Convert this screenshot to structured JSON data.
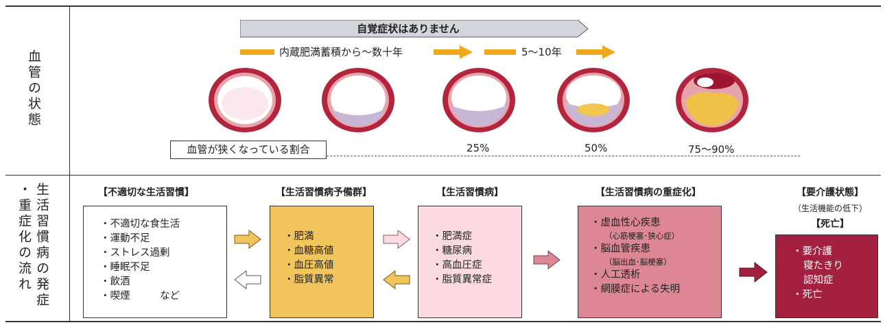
{
  "labels": {
    "vessel_state": "血管の状態",
    "flow_col1": "・重症化の流れ",
    "flow_col2": "生活習慣病の発症"
  },
  "timeline": {
    "banner": "自覚症状はありません",
    "period1": "内蔵肥満蓄積から〜数十年",
    "period2": "5〜10年"
  },
  "narrowing": {
    "label": "血管が狭くなっている割合",
    "values": [
      "25%",
      "50%",
      "75〜90%"
    ]
  },
  "stages": [
    {
      "title": "【不適切な生活習慣】",
      "items": [
        "・不適切な食生活",
        "・運動不足",
        "・ストレス過剰",
        "・睡眠不足",
        "・飲酒",
        "・喫煙　　　など"
      ]
    },
    {
      "title": "【生活習慣病予備群】",
      "items": [
        "・肥満",
        "・血糖高値",
        "・血圧高値",
        "・脂質異常"
      ]
    },
    {
      "title": "【生活習慣病】",
      "items": [
        "・肥満症",
        "・糖尿病",
        "・高血圧症",
        "・脂質異常症"
      ]
    },
    {
      "title": "【生活習慣病の重症化】",
      "items": [
        "・虚血性心疾患",
        "（心筋梗塞･狭心症）",
        "・脳血管疾患",
        "（脳出血･脳梗塞）",
        "・人工透析",
        "・網膜症による失明"
      ]
    },
    {
      "title": "【要介護状態】",
      "subtitle": "（生活機能の低下）",
      "title2": "【死亡】",
      "items": [
        "・要介護",
        "寝たきり",
        "認知症",
        "・死亡"
      ]
    }
  ],
  "colors": {
    "yellow": "#f2c55c",
    "pink_light": "#fbdbe1",
    "pink_mid": "#dd8795",
    "crimson": "#a3203f",
    "orange_arrow": "#f2a81d",
    "banner_gray": "#d2d5dc"
  }
}
